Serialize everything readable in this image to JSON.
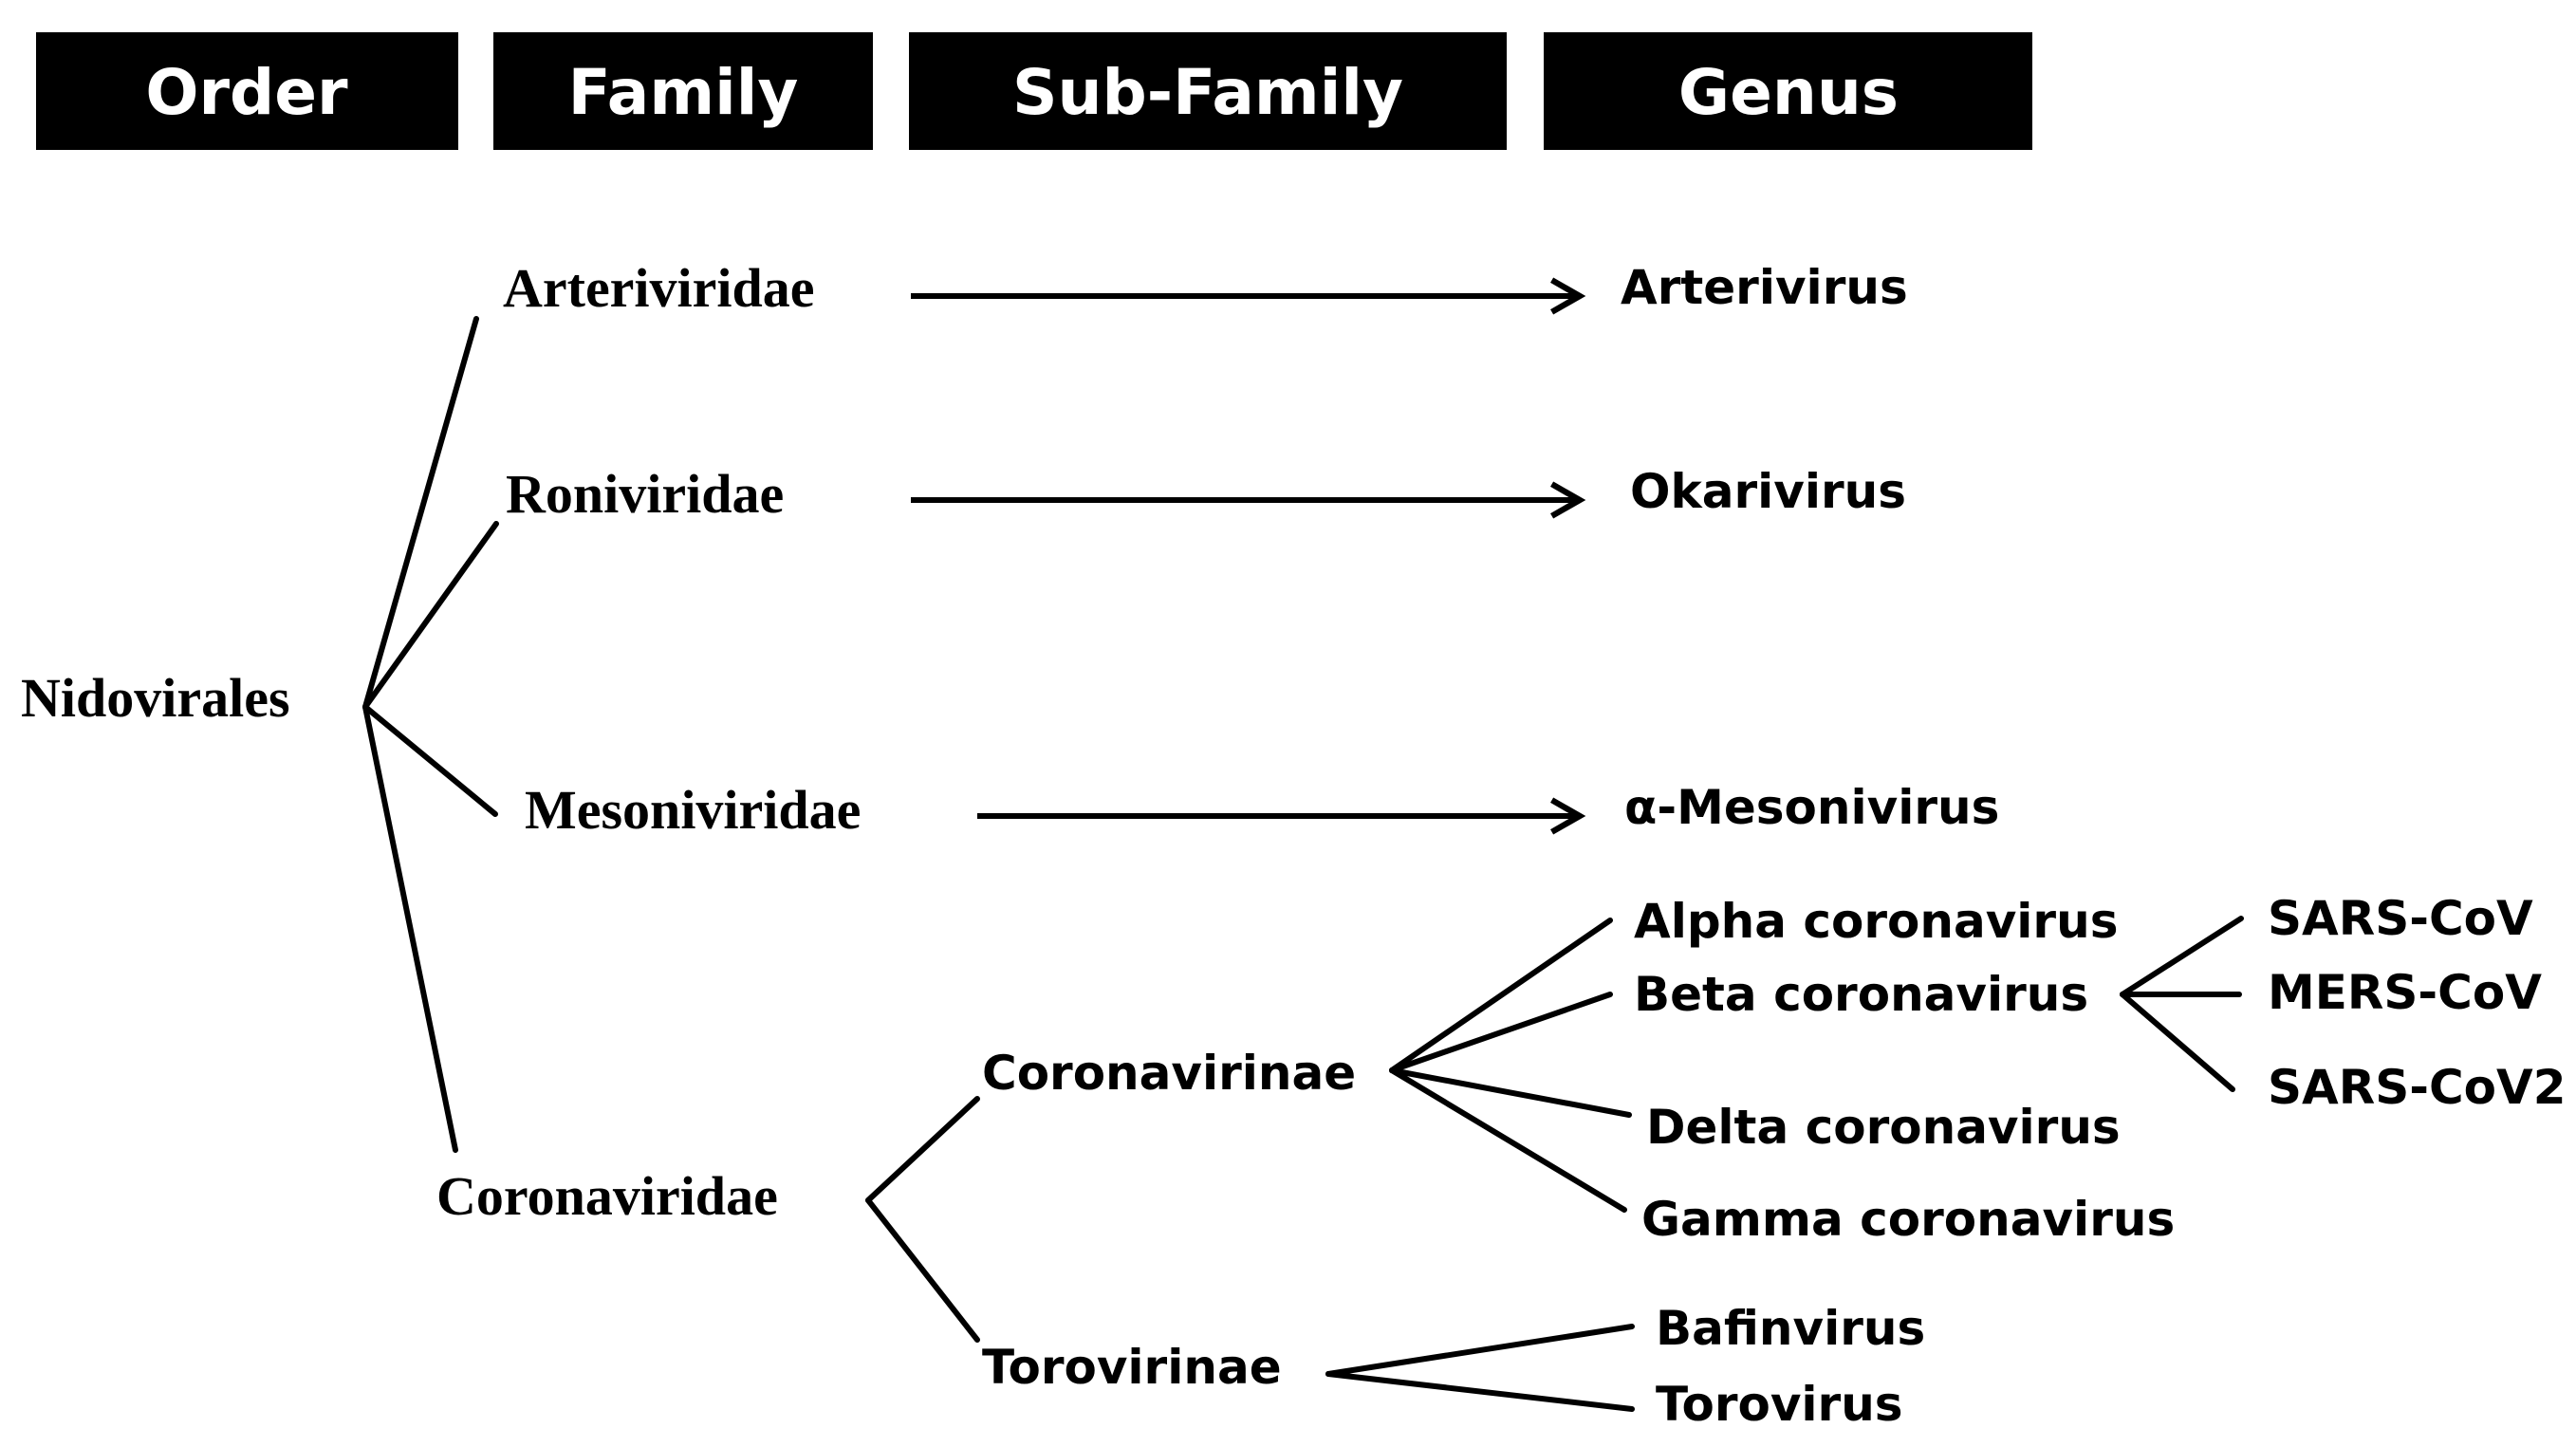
{
  "headers": {
    "order": "Order",
    "family": "Family",
    "subfamily": "Sub-Family",
    "genus": "Genus"
  },
  "order": {
    "nidovirales": "Nidovirales"
  },
  "families": {
    "arteriviridae": "Arteriviridae",
    "roniviridae": "Roniviridae",
    "mesoniviridae": "Mesoniviridae",
    "coronaviridae": "Coronaviridae"
  },
  "subfamilies": {
    "coronavirinae": "Coronavirinae",
    "torovirinae": "Torovirinae"
  },
  "genera": {
    "arterivirus": "Arterivirus",
    "okarivirus": "Okarivirus",
    "alpha_mesonivirus": "α-Mesonivirus",
    "alpha_coronavirus": "Alpha coronavirus",
    "beta_coronavirus": "Beta coronavirus",
    "delta_coronavirus": "Delta coronavirus",
    "gamma_coronavirus": "Gamma coronavirus",
    "bafinvirus": "Bafinvirus",
    "torovirus": "Torovirus"
  },
  "species": {
    "sars_cov": "SARS-CoV",
    "mers_cov": "MERS-CoV",
    "sars_cov2": "SARS-CoV2"
  }
}
